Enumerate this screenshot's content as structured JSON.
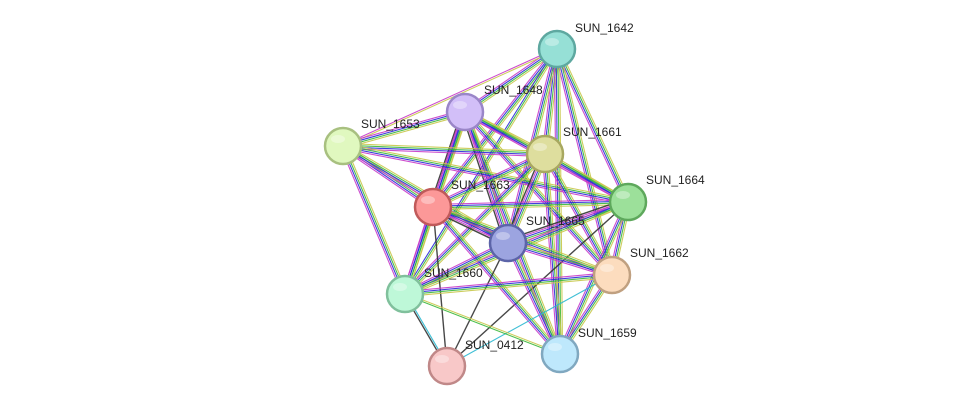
{
  "network": {
    "edge_colors": [
      "#c8c84a",
      "#3ab83a",
      "#2b2bd8",
      "#c83ac8",
      "#2ab8d0",
      "#333333"
    ],
    "nodes": [
      {
        "id": "SUN_1642",
        "label": "SUN_1642",
        "fill": "#96e0d6",
        "stroke": "#5ea8a0"
      },
      {
        "id": "SUN_1648",
        "label": "SUN_1648",
        "fill": "#d2bff8",
        "stroke": "#9a86c8"
      },
      {
        "id": "SUN_1653",
        "label": "SUN_1653",
        "fill": "#e0f8bf",
        "stroke": "#a8c080"
      },
      {
        "id": "SUN_1661",
        "label": "SUN_1661",
        "fill": "#dede9e",
        "stroke": "#a8a860"
      },
      {
        "id": "SUN_1664",
        "label": "SUN_1664",
        "fill": "#9ce09a",
        "stroke": "#5ea85c"
      },
      {
        "id": "SUN_1663",
        "label": "SUN_1663",
        "fill": "#fc9898",
        "stroke": "#c05a5a"
      },
      {
        "id": "SUN_1665",
        "label": "SUN_1665",
        "fill": "#9ca4e0",
        "stroke": "#5c64a8"
      },
      {
        "id": "SUN_1662",
        "label": "SUN_1662",
        "fill": "#fcdcbe",
        "stroke": "#c0a080"
      },
      {
        "id": "SUN_1660",
        "label": "SUN_1660",
        "fill": "#bef8d8",
        "stroke": "#80c09c"
      },
      {
        "id": "SUN_1659",
        "label": "SUN_1659",
        "fill": "#bee8fc",
        "stroke": "#80a8c0"
      },
      {
        "id": "SUN_0412",
        "label": "SUN_0412",
        "fill": "#f8c8c8",
        "stroke": "#c08888"
      }
    ],
    "edges": [
      {
        "source": "SUN_1642",
        "target": "SUN_1648",
        "types": [
          0,
          1,
          2,
          3
        ]
      },
      {
        "source": "SUN_1642",
        "target": "SUN_1653",
        "types": [
          0,
          3
        ]
      },
      {
        "source": "SUN_1642",
        "target": "SUN_1661",
        "types": [
          0,
          1,
          2,
          3
        ]
      },
      {
        "source": "SUN_1642",
        "target": "SUN_1664",
        "types": [
          0,
          1,
          2,
          3
        ]
      },
      {
        "source": "SUN_1642",
        "target": "SUN_1663",
        "types": [
          0,
          1,
          2,
          3
        ]
      },
      {
        "source": "SUN_1642",
        "target": "SUN_1665",
        "types": [
          0,
          1,
          2,
          3
        ]
      },
      {
        "source": "SUN_1642",
        "target": "SUN_1662",
        "types": [
          0,
          1,
          2,
          3
        ]
      },
      {
        "source": "SUN_1642",
        "target": "SUN_1659",
        "types": [
          0,
          1,
          2,
          3
        ]
      },
      {
        "source": "SUN_1642",
        "target": "SUN_1660",
        "types": [
          0,
          1,
          2
        ]
      },
      {
        "source": "SUN_1648",
        "target": "SUN_1653",
        "types": [
          0,
          1,
          2,
          3
        ]
      },
      {
        "source": "SUN_1648",
        "target": "SUN_1661",
        "types": [
          0,
          1,
          2,
          3
        ]
      },
      {
        "source": "SUN_1648",
        "target": "SUN_1664",
        "types": [
          0,
          1,
          2,
          3
        ]
      },
      {
        "source": "SUN_1648",
        "target": "SUN_1663",
        "types": [
          0,
          1,
          2,
          3,
          5
        ]
      },
      {
        "source": "SUN_1648",
        "target": "SUN_1665",
        "types": [
          0,
          1,
          2,
          3,
          5
        ]
      },
      {
        "source": "SUN_1648",
        "target": "SUN_1662",
        "types": [
          0,
          1,
          2,
          3
        ]
      },
      {
        "source": "SUN_1648",
        "target": "SUN_1660",
        "types": [
          0,
          1,
          2,
          3
        ]
      },
      {
        "source": "SUN_1648",
        "target": "SUN_1659",
        "types": [
          0,
          1,
          2,
          3
        ]
      },
      {
        "source": "SUN_1653",
        "target": "SUN_1661",
        "types": [
          0,
          1,
          2,
          3
        ]
      },
      {
        "source": "SUN_1653",
        "target": "SUN_1664",
        "types": [
          0,
          1,
          2,
          3
        ]
      },
      {
        "source": "SUN_1653",
        "target": "SUN_1663",
        "types": [
          0,
          1,
          2,
          3
        ]
      },
      {
        "source": "SUN_1653",
        "target": "SUN_1665",
        "types": [
          0,
          1,
          2,
          3
        ]
      },
      {
        "source": "SUN_1653",
        "target": "SUN_1660",
        "types": [
          0,
          1,
          2,
          3
        ]
      },
      {
        "source": "SUN_1661",
        "target": "SUN_1664",
        "types": [
          0,
          1,
          2,
          3
        ]
      },
      {
        "source": "SUN_1661",
        "target": "SUN_1663",
        "types": [
          0,
          1,
          2,
          3
        ]
      },
      {
        "source": "SUN_1661",
        "target": "SUN_1665",
        "types": [
          0,
          1,
          2,
          3,
          5
        ]
      },
      {
        "source": "SUN_1661",
        "target": "SUN_1662",
        "types": [
          0,
          1,
          2,
          3
        ]
      },
      {
        "source": "SUN_1661",
        "target": "SUN_1660",
        "types": [
          0,
          1,
          2,
          3
        ]
      },
      {
        "source": "SUN_1661",
        "target": "SUN_1659",
        "types": [
          0,
          1,
          2,
          3
        ]
      },
      {
        "source": "SUN_1664",
        "target": "SUN_1663",
        "types": [
          0,
          1,
          2,
          3
        ]
      },
      {
        "source": "SUN_1664",
        "target": "SUN_1665",
        "types": [
          0,
          1,
          2,
          3,
          5
        ]
      },
      {
        "source": "SUN_1664",
        "target": "SUN_1662",
        "types": [
          0,
          1,
          2,
          3
        ]
      },
      {
        "source": "SUN_1664",
        "target": "SUN_1659",
        "types": [
          0,
          1,
          2,
          3
        ]
      },
      {
        "source": "SUN_1664",
        "target": "SUN_1660",
        "types": [
          0,
          1,
          2,
          3
        ]
      },
      {
        "source": "SUN_1664",
        "target": "SUN_0412",
        "types": [
          5
        ]
      },
      {
        "source": "SUN_1663",
        "target": "SUN_1665",
        "types": [
          0,
          1,
          2,
          3,
          5
        ]
      },
      {
        "source": "SUN_1663",
        "target": "SUN_1662",
        "types": [
          0,
          1,
          2,
          3
        ]
      },
      {
        "source": "SUN_1663",
        "target": "SUN_1660",
        "types": [
          0,
          1,
          2,
          3
        ]
      },
      {
        "source": "SUN_1663",
        "target": "SUN_1659",
        "types": [
          0,
          1,
          2,
          3
        ]
      },
      {
        "source": "SUN_1663",
        "target": "SUN_0412",
        "types": [
          5
        ]
      },
      {
        "source": "SUN_1665",
        "target": "SUN_1662",
        "types": [
          0,
          1,
          2,
          3
        ]
      },
      {
        "source": "SUN_1665",
        "target": "SUN_1660",
        "types": [
          0,
          1,
          2,
          3
        ]
      },
      {
        "source": "SUN_1665",
        "target": "SUN_1659",
        "types": [
          0,
          1,
          2,
          3
        ]
      },
      {
        "source": "SUN_1665",
        "target": "SUN_0412",
        "types": [
          5
        ]
      },
      {
        "source": "SUN_1662",
        "target": "SUN_1660",
        "types": [
          0,
          1,
          2,
          3
        ]
      },
      {
        "source": "SUN_1662",
        "target": "SUN_1659",
        "types": [
          0,
          1,
          2,
          3
        ]
      },
      {
        "source": "SUN_1662",
        "target": "SUN_0412",
        "types": [
          4
        ]
      },
      {
        "source": "SUN_1660",
        "target": "SUN_1659",
        "types": [
          0,
          1
        ]
      },
      {
        "source": "SUN_1660",
        "target": "SUN_0412",
        "types": [
          4,
          5
        ]
      }
    ]
  }
}
